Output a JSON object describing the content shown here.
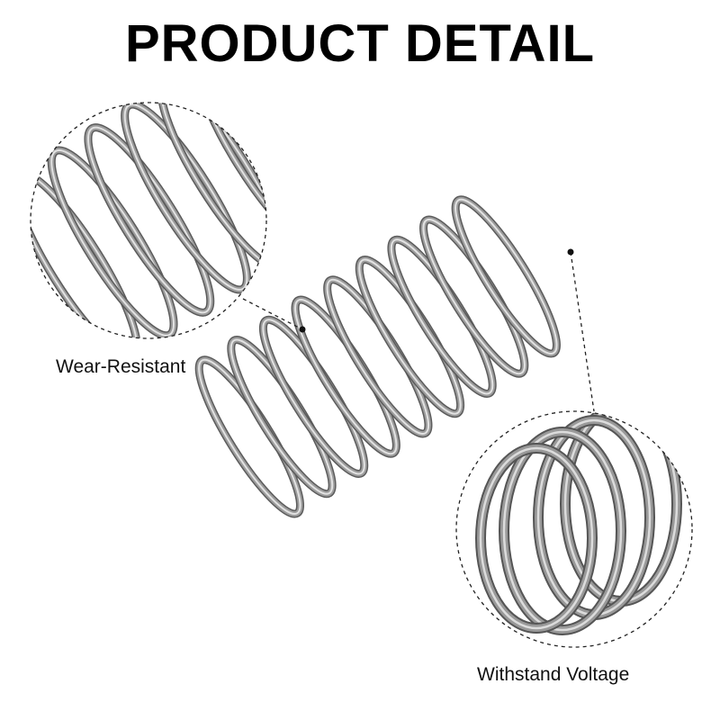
{
  "title": "PRODUCT DETAIL",
  "callouts": [
    {
      "label": "Wear-Resistant",
      "icon": "zoom-detail-circle"
    },
    {
      "label": "Withstand Voltage",
      "icon": "zoom-detail-circle"
    }
  ],
  "colors": {
    "background": "#ffffff",
    "text": "#000000",
    "steel": "#8d8d8d",
    "steel_highlight": "#e6e6e6",
    "steel_shadow": "#555555"
  }
}
